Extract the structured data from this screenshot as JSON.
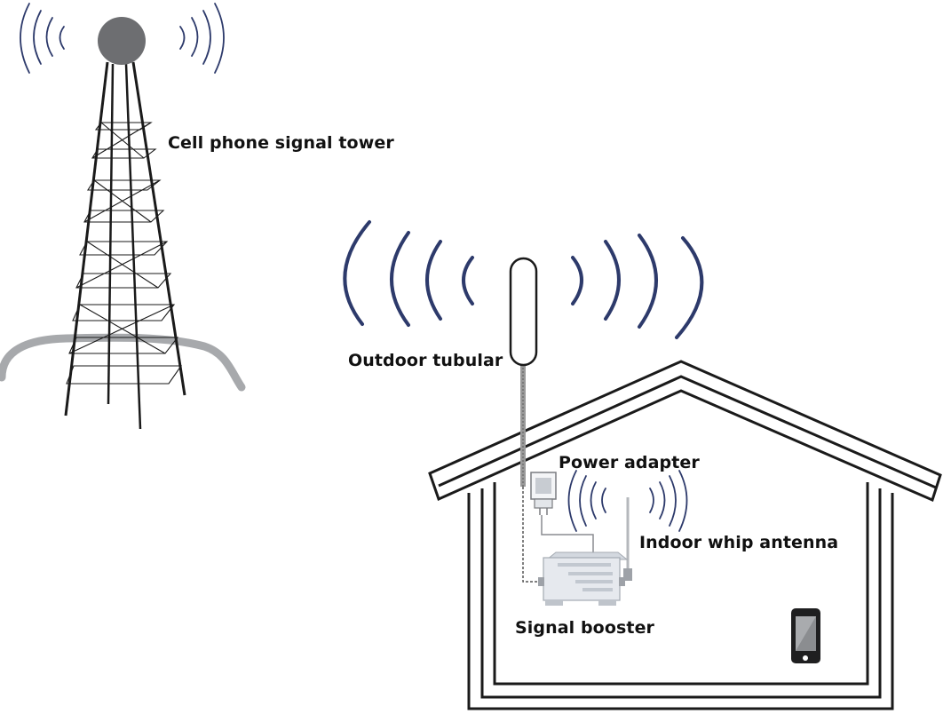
{
  "labels": {
    "tower": "Cell phone signal tower",
    "outdoor_antenna": "Outdoor tubular",
    "power_adapter": "Power adapter",
    "indoor_antenna": "Indoor whip antenna",
    "booster": "Signal booster"
  },
  "colors": {
    "signal_waves": "#2d3a6b",
    "structure": "#1a1a1a",
    "tower_head": "#6d6e71",
    "ground": "#a7a9ac",
    "cable": "#9a9a9a",
    "device_body": "#e6e9ee",
    "phone_screen": "#8b8d90"
  },
  "icons": {
    "tower": "cell-tower-icon",
    "outdoor_antenna": "tubular-antenna-icon",
    "power_adapter": "power-adapter-icon",
    "indoor_antenna": "whip-antenna-icon",
    "booster": "signal-booster-icon",
    "phone": "smartphone-icon",
    "house": "house-icon"
  }
}
